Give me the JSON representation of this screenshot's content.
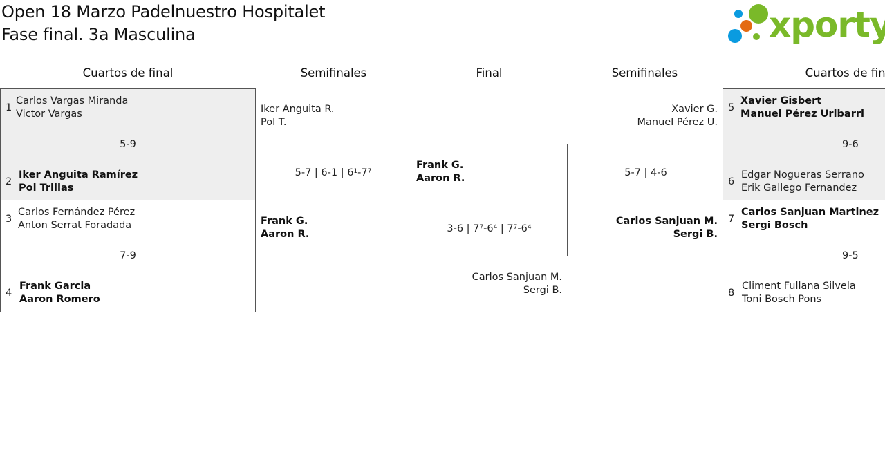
{
  "header": {
    "title_line1": "Open 18 Marzo Padelnuestro Hospitalet",
    "title_line2": "Fase final. 3a Masculina",
    "logo_text": "xporty",
    "logo_colors": [
      "#0a9be0",
      "#7ab929",
      "#e46b12",
      "#0a9be0",
      "#7ab929"
    ]
  },
  "rounds": {
    "left_qf": "Cuartos de final",
    "left_sf": "Semifinales",
    "final": "Final",
    "right_sf": "Semifinales",
    "right_qf": "Cuartos de final"
  },
  "left_qf": {
    "m1": {
      "seed_a": "1",
      "a1": "Carlos Vargas Miranda",
      "a2": "Victor Vargas",
      "score": "5-9",
      "seed_b": "2",
      "b1": "Iker Anguita Ramírez",
      "b2": "Pol Trillas"
    },
    "m2": {
      "seed_a": "3",
      "a1": "Carlos Fernández Pérez",
      "a2": "Anton Serrat Foradada",
      "score": "7-9",
      "seed_b": "4",
      "b1": "Frank Garcia",
      "b2": "Aaron Romero"
    }
  },
  "left_sf": {
    "top1": "Iker Anguita R.",
    "top2": "Pol T.",
    "bot1": "Frank G.",
    "bot2": "Aaron R.",
    "score_parts": [
      "5-7 | 6-1 | 6",
      "1",
      "-7",
      "7"
    ]
  },
  "final": {
    "top1": "Frank G.",
    "top2": "Aaron R.",
    "bot1": "Carlos Sanjuan M.",
    "bot2": "Sergi B.",
    "score_parts": [
      "3-6 | 7",
      "7",
      "-6",
      "4",
      " | 7",
      "7",
      "-6",
      "4"
    ]
  },
  "right_sf": {
    "top1": "Xavier G.",
    "top2": "Manuel Pérez U.",
    "bot1": "Carlos Sanjuan M.",
    "bot2": "Sergi B.",
    "score": "5-7 | 4-6"
  },
  "right_qf": {
    "m1": {
      "seed_a": "5",
      "a1": "Xavier Gisbert",
      "a2": "Manuel Pérez Uribarri",
      "score": "9-6",
      "seed_b": "6",
      "b1": "Edgar Nogueras Serrano",
      "b2": "Erik Gallego Fernandez"
    },
    "m2": {
      "seed_a": "7",
      "a1": "Carlos Sanjuan Martinez",
      "a2": "Sergi Bosch",
      "score": "9-5",
      "seed_b": "8",
      "b1": "Climent Fullana Silvela",
      "b2": "Toni Bosch Pons"
    }
  }
}
